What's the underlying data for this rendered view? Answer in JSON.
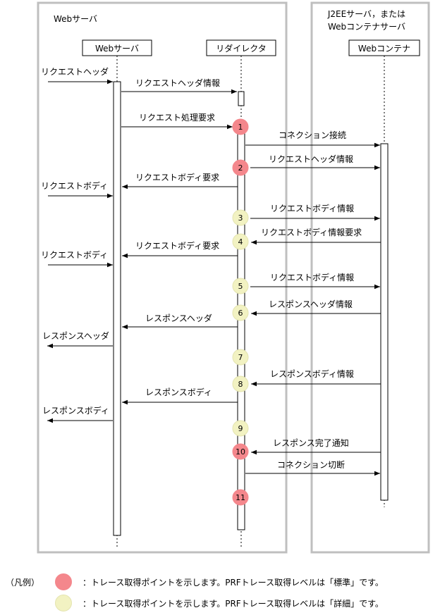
{
  "web_server_box": {
    "title": "Webサーバ"
  },
  "app_server_box": {
    "title_line1": "J2EEサーバ，または",
    "title_line2": "Webコンテナサーバ"
  },
  "lifelines": {
    "webserver": "Webサーバ",
    "redirector": "リダイレクタ",
    "webcontainer": "Webコンテナ"
  },
  "messages": {
    "m01": "リクエストヘッダ",
    "m02": "リクエストヘッダ情報",
    "m03": "リクエスト処理要求",
    "m04": "コネクション接続",
    "m05": "リクエストヘッダ情報",
    "m06": "リクエストボディ要求",
    "m07": "リクエストボディ",
    "m08": "リクエストボディ情報",
    "m09": "リクエストボディ情報要求",
    "m10": "リクエストボディ要求",
    "m11": "リクエストボディ",
    "m12": "リクエストボディ情報",
    "m13": "レスポンスヘッダ情報",
    "m14": "レスポンスヘッダ",
    "m15": "レスポンスヘッダ",
    "m16": "レスポンスボディ情報",
    "m17": "レスポンスボディ",
    "m18": "レスポンスボディ",
    "m19": "レスポンス完了通知",
    "m20": "コネクション切断"
  },
  "points": {
    "p1": {
      "label": "1",
      "kind": "standard"
    },
    "p2": {
      "label": "2",
      "kind": "standard"
    },
    "p3": {
      "label": "3",
      "kind": "detail"
    },
    "p4": {
      "label": "4",
      "kind": "detail"
    },
    "p5": {
      "label": "5",
      "kind": "detail"
    },
    "p6": {
      "label": "6",
      "kind": "detail"
    },
    "p7": {
      "label": "7",
      "kind": "detail"
    },
    "p8": {
      "label": "8",
      "kind": "detail"
    },
    "p9": {
      "label": "9",
      "kind": "detail"
    },
    "p10": {
      "label": "10",
      "kind": "standard"
    },
    "p11": {
      "label": "11",
      "kind": "standard"
    }
  },
  "legend": {
    "heading": "（凡例）",
    "standard_text": "：トレース取得ポイントを示します。PRFトレース取得レベルは「標準」です。",
    "detail_text": "：トレース取得ポイントを示します。PRFトレース取得レベルは「詳細」です。"
  },
  "colors": {
    "standard_fill": "#F4878C",
    "detail_fill": "#F2F2C2",
    "box_border": "#BFBFBF",
    "line": "#000000"
  }
}
